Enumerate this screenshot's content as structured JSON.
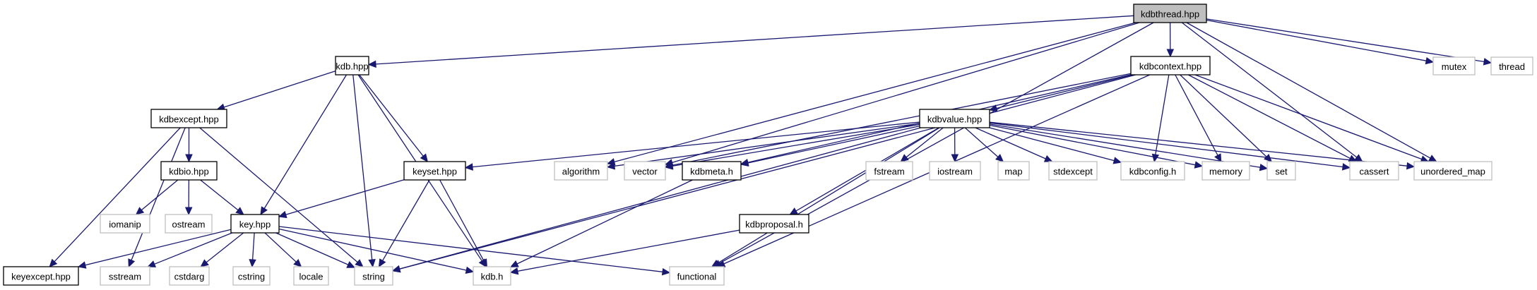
{
  "title": "kdbthread.hpp include dependency graph",
  "colors": {
    "edge": "#191970",
    "root_fill": "#bfbfbf",
    "local_border": "#000000",
    "system_border": "#bfbfbf"
  },
  "nodes": [
    {
      "id": "kdbthread",
      "label": "kdbthread.hpp",
      "kind": "root"
    },
    {
      "id": "kdb_hpp",
      "label": "kdb.hpp",
      "kind": "local"
    },
    {
      "id": "kdbcontext",
      "label": "kdbcontext.hpp",
      "kind": "local"
    },
    {
      "id": "mutex",
      "label": "mutex",
      "kind": "system"
    },
    {
      "id": "thread",
      "label": "thread",
      "kind": "system"
    },
    {
      "id": "kdbexcept",
      "label": "kdbexcept.hpp",
      "kind": "local"
    },
    {
      "id": "kdbvalue",
      "label": "kdbvalue.hpp",
      "kind": "local"
    },
    {
      "id": "kdbio",
      "label": "kdbio.hpp",
      "kind": "local"
    },
    {
      "id": "keyset",
      "label": "keyset.hpp",
      "kind": "local"
    },
    {
      "id": "algorithm",
      "label": "algorithm",
      "kind": "system"
    },
    {
      "id": "vector",
      "label": "vector",
      "kind": "system"
    },
    {
      "id": "kdbmeta",
      "label": "kdbmeta.h",
      "kind": "local"
    },
    {
      "id": "fstream",
      "label": "fstream",
      "kind": "system"
    },
    {
      "id": "iostream",
      "label": "iostream",
      "kind": "system"
    },
    {
      "id": "map",
      "label": "map",
      "kind": "system"
    },
    {
      "id": "stdexcept",
      "label": "stdexcept",
      "kind": "system"
    },
    {
      "id": "kdbconfig",
      "label": "kdbconfig.h",
      "kind": "system"
    },
    {
      "id": "memory",
      "label": "memory",
      "kind": "system"
    },
    {
      "id": "set",
      "label": "set",
      "kind": "system"
    },
    {
      "id": "cassert",
      "label": "cassert",
      "kind": "system"
    },
    {
      "id": "unordered_map",
      "label": "unordered_map",
      "kind": "system"
    },
    {
      "id": "iomanip",
      "label": "iomanip",
      "kind": "system"
    },
    {
      "id": "ostream",
      "label": "ostream",
      "kind": "system"
    },
    {
      "id": "key",
      "label": "key.hpp",
      "kind": "local"
    },
    {
      "id": "kdbproposal",
      "label": "kdbproposal.h",
      "kind": "local"
    },
    {
      "id": "keyexcept",
      "label": "keyexcept.hpp",
      "kind": "local"
    },
    {
      "id": "sstream",
      "label": "sstream",
      "kind": "system"
    },
    {
      "id": "cstdarg",
      "label": "cstdarg",
      "kind": "system"
    },
    {
      "id": "cstring",
      "label": "cstring",
      "kind": "system"
    },
    {
      "id": "locale",
      "label": "locale",
      "kind": "system"
    },
    {
      "id": "string",
      "label": "string",
      "kind": "system"
    },
    {
      "id": "kdb_h",
      "label": "kdb.h",
      "kind": "system"
    },
    {
      "id": "functional",
      "label": "functional",
      "kind": "system"
    }
  ],
  "edges": [
    [
      "kdbthread",
      "kdb_hpp"
    ],
    [
      "kdbthread",
      "kdbcontext"
    ],
    [
      "kdbthread",
      "mutex"
    ],
    [
      "kdbthread",
      "thread"
    ],
    [
      "kdbthread",
      "algorithm"
    ],
    [
      "kdbthread",
      "vector"
    ],
    [
      "kdbthread",
      "functional"
    ],
    [
      "kdbthread",
      "cassert"
    ],
    [
      "kdbthread",
      "unordered_map"
    ],
    [
      "kdb_hpp",
      "kdbexcept"
    ],
    [
      "kdb_hpp",
      "keyset"
    ],
    [
      "kdb_hpp",
      "key"
    ],
    [
      "kdb_hpp",
      "string"
    ],
    [
      "kdb_hpp",
      "kdb_h"
    ],
    [
      "kdbexcept",
      "kdbio"
    ],
    [
      "kdbexcept",
      "keyexcept"
    ],
    [
      "kdbexcept",
      "sstream"
    ],
    [
      "kdbexcept",
      "string"
    ],
    [
      "kdbio",
      "iomanip"
    ],
    [
      "kdbio",
      "ostream"
    ],
    [
      "kdbio",
      "key"
    ],
    [
      "keyset",
      "key"
    ],
    [
      "keyset",
      "string"
    ],
    [
      "keyset",
      "kdb_h"
    ],
    [
      "key",
      "keyexcept"
    ],
    [
      "key",
      "sstream"
    ],
    [
      "key",
      "cstdarg"
    ],
    [
      "key",
      "cstring"
    ],
    [
      "key",
      "locale"
    ],
    [
      "key",
      "string"
    ],
    [
      "key",
      "kdb_h"
    ],
    [
      "key",
      "functional"
    ],
    [
      "kdbcontext",
      "kdbvalue"
    ],
    [
      "kdbcontext",
      "vector"
    ],
    [
      "kdbcontext",
      "kdbmeta"
    ],
    [
      "kdbcontext",
      "string"
    ],
    [
      "kdbcontext",
      "kdbconfig"
    ],
    [
      "kdbcontext",
      "memory"
    ],
    [
      "kdbcontext",
      "set"
    ],
    [
      "kdbcontext",
      "cassert"
    ],
    [
      "kdbcontext",
      "unordered_map"
    ],
    [
      "kdbcontext",
      "functional"
    ],
    [
      "kdbvalue",
      "keyset"
    ],
    [
      "kdbvalue",
      "algorithm"
    ],
    [
      "kdbvalue",
      "vector"
    ],
    [
      "kdbvalue",
      "kdbmeta"
    ],
    [
      "kdbvalue",
      "string"
    ],
    [
      "kdbvalue",
      "kdbproposal"
    ],
    [
      "kdbvalue",
      "functional"
    ],
    [
      "kdbvalue",
      "fstream"
    ],
    [
      "kdbvalue",
      "iostream"
    ],
    [
      "kdbvalue",
      "map"
    ],
    [
      "kdbvalue",
      "stdexcept"
    ],
    [
      "kdbvalue",
      "kdbconfig"
    ],
    [
      "kdbvalue",
      "memory"
    ],
    [
      "kdbvalue",
      "set"
    ],
    [
      "kdbvalue",
      "cassert"
    ],
    [
      "kdbvalue",
      "unordered_map"
    ],
    [
      "kdbmeta",
      "kdb_h"
    ],
    [
      "kdbproposal",
      "kdb_h"
    ]
  ]
}
